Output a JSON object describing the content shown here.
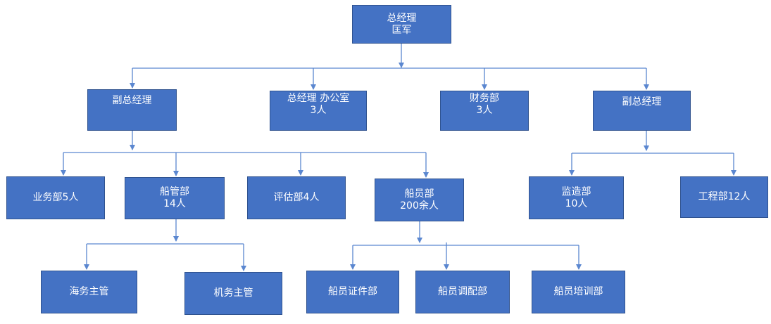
{
  "nodes": {
    "ceo": {
      "title": "总经理",
      "sub": "匡军"
    },
    "vp_left": {
      "title": "副总经理"
    },
    "gm_office": {
      "title": "总经理 办公室",
      "sub": "3人"
    },
    "finance": {
      "title": "财务部",
      "sub": "3人"
    },
    "vp_right": {
      "title": "副总经理"
    },
    "business": {
      "title": "业务部5人"
    },
    "ship_mgmt": {
      "title": "船管部",
      "sub": "14人"
    },
    "assessment": {
      "title": "评估部4人"
    },
    "crew": {
      "title": "船员部",
      "sub": "200余人"
    },
    "supervision": {
      "title": "监造部",
      "sub": "10人"
    },
    "engineering": {
      "title": "工程部12人"
    },
    "marine_supervisor": {
      "title": "海务主管"
    },
    "engine_supervisor": {
      "title": "机务主管"
    },
    "crew_certificate": {
      "title": "船员证件部"
    },
    "crew_dispatch": {
      "title": "船员调配部"
    },
    "crew_training": {
      "title": "船员培训部"
    }
  },
  "colors": {
    "box_fill": "#4472c4",
    "box_border": "#2f528f",
    "connector": "#5b87d0",
    "text": "#ffffff"
  }
}
